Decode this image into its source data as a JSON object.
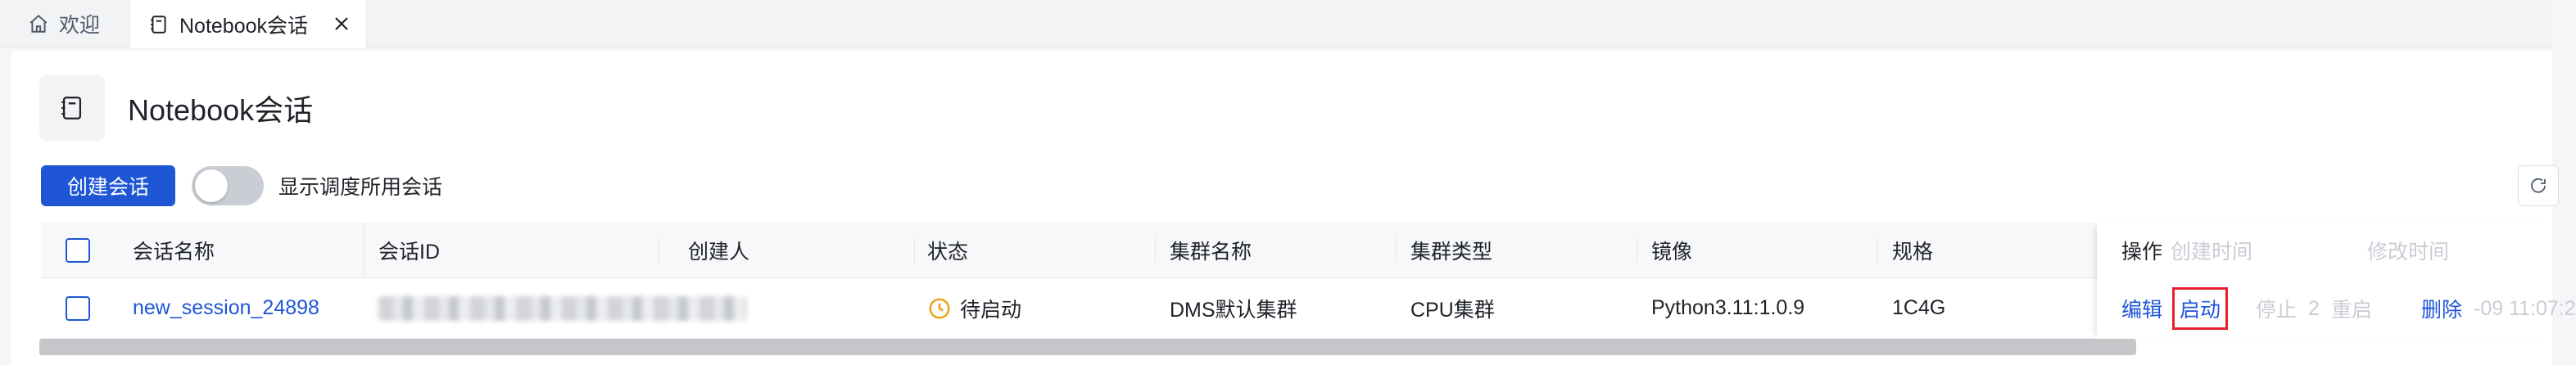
{
  "tabs": {
    "home": {
      "label": "欢迎",
      "icon": "home-icon"
    },
    "active": {
      "label": "Notebook会话",
      "icon": "notebook-icon"
    }
  },
  "page": {
    "title": "Notebook会话",
    "title_icon": "notebook-icon"
  },
  "toolbar": {
    "create_label": "创建会话",
    "toggle_label": "显示调度所用会话",
    "toggle_on": false
  },
  "table": {
    "columns": {
      "name": "会话名称",
      "id": "会话ID",
      "creator": "创建人",
      "status": "状态",
      "cluster_name": "集群名称",
      "cluster_type": "集群类型",
      "image": "镜像",
      "spec": "规格",
      "ops": "操作",
      "created_time": "创建时间",
      "modified_time": "修改时间"
    },
    "row": {
      "name": "new_session_24898",
      "status": "待启动",
      "cluster_name": "DMS默认集群",
      "cluster_type": "CPU集群",
      "image": "Python3.11:1.0.9",
      "spec": "1C4G",
      "partial_time_1": "2",
      "partial_time_2": "-09 11:07:2"
    },
    "actions": {
      "edit": "编辑",
      "start": "启动",
      "stop": "停止",
      "restart": "重启",
      "delete": "删除"
    }
  },
  "colors": {
    "primary": "#1f56d6",
    "highlight_border": "#e5202e",
    "status_pending": "#e8a317"
  }
}
